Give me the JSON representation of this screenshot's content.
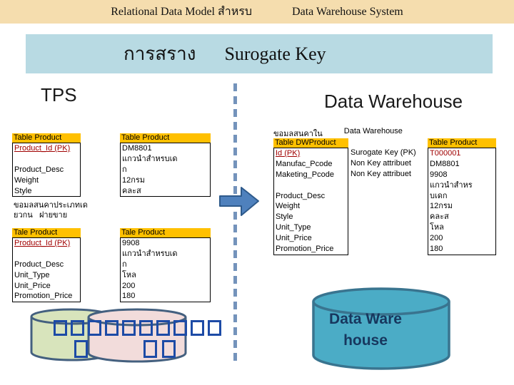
{
  "header": {
    "left_text": "Relational Data Model สำหรบ",
    "right_text": "Data Warehouse System"
  },
  "title": {
    "thai": "การสราง",
    "en": "Surogate Key"
  },
  "sections": {
    "tps": "TPS",
    "dw": "Data Warehouse"
  },
  "notes": {
    "left": [
      "ขอมลสนคาประเภทเด",
      "ยวกน   ฝายขาย"
    ],
    "dw_thai": "ขอมลสนคาใน",
    "dw_en": "Data Warehouse"
  },
  "annotations": [
    "Surogate Key (PK)",
    "Non Key attribuet",
    "Non Key attribuet"
  ],
  "tables": {
    "tps_product": {
      "header": "Table Product",
      "rows": [
        {
          "text": "Product_Id (PK)",
          "style": "pk"
        },
        {
          "text": ""
        },
        {
          "text": "Product_Desc"
        },
        {
          "text": "Weight"
        },
        {
          "text": "Style"
        }
      ]
    },
    "tps_product_data": {
      "header": "Table Product",
      "rows": [
        {
          "text": "DM8801"
        },
        {
          "text": "แกวนำสำหรบเด"
        },
        {
          "text": "ก"
        },
        {
          "text": " 12กรม"
        },
        {
          "text": "คละส"
        }
      ]
    },
    "tps_tale": {
      "header": "Tale Product",
      "rows": [
        {
          "text": "Product_Id (PK)",
          "style": "pk"
        },
        {
          "text": ""
        },
        {
          "text": "Product_Desc"
        },
        {
          "text": "Unit_Type"
        },
        {
          "text": "Unit_Price"
        },
        {
          "text": "Promotion_Price"
        }
      ]
    },
    "tps_tale_data": {
      "header": "Tale Product",
      "rows": [
        {
          "text": "9908"
        },
        {
          "text": "แกวนำสำหรบเด"
        },
        {
          "text": "ก"
        },
        {
          "text": "โหล"
        },
        {
          "text": "200"
        },
        {
          "text": "180"
        }
      ]
    },
    "dw_product": {
      "header": "Table DWProduct",
      "rows": [
        {
          "text": "Id (PK)",
          "style": "pk"
        },
        {
          "text": "Manufac_Pcode"
        },
        {
          "text": "Maketing_Pcode"
        },
        {
          "text": ""
        },
        {
          "text": "Product_Desc"
        },
        {
          "text": "Weight"
        },
        {
          "text": "Style"
        },
        {
          "text": "Unit_Type"
        },
        {
          "text": "Unit_Price"
        },
        {
          "text": "Promotion_Price"
        }
      ]
    },
    "dw_product_data": {
      "header": "Table Product",
      "rows": [
        {
          "text": "T000001",
          "style": "red"
        },
        {
          "text": "DM8801"
        },
        {
          "text": "9908"
        },
        {
          "text": "แกวนำสำหร"
        },
        {
          "text": "บเดก"
        },
        {
          "text": " 12กรม"
        },
        {
          "text": "คละส"
        },
        {
          "text": "โหล"
        },
        {
          "text": "200"
        },
        {
          "text": "180"
        }
      ]
    }
  },
  "cylinders": {
    "dw_label": "Data Ware house"
  },
  "placeholders": {
    "row_main": "□□□□□□□□□□",
    "row_sub1": "□",
    "row_sub2": "□□"
  },
  "colors": {
    "banner": "#F5DDAE",
    "title_band": "#B8DAE3",
    "table_header": "#FFC000",
    "pk_red": "#A00000",
    "dash": "#7493BB",
    "arrow_fill": "#4F81BD",
    "arrow_stroke": "#2E5A8B",
    "cyl_stroke": "#44607F",
    "cyl_green": "#D8E4BC",
    "cyl_pink": "#F2DCDB",
    "big_cyl_fill": "#4BACC6",
    "big_cyl_stroke": "#39748F",
    "big_cyl_text": "#17375E",
    "box_blue": "#1D4BA6"
  }
}
